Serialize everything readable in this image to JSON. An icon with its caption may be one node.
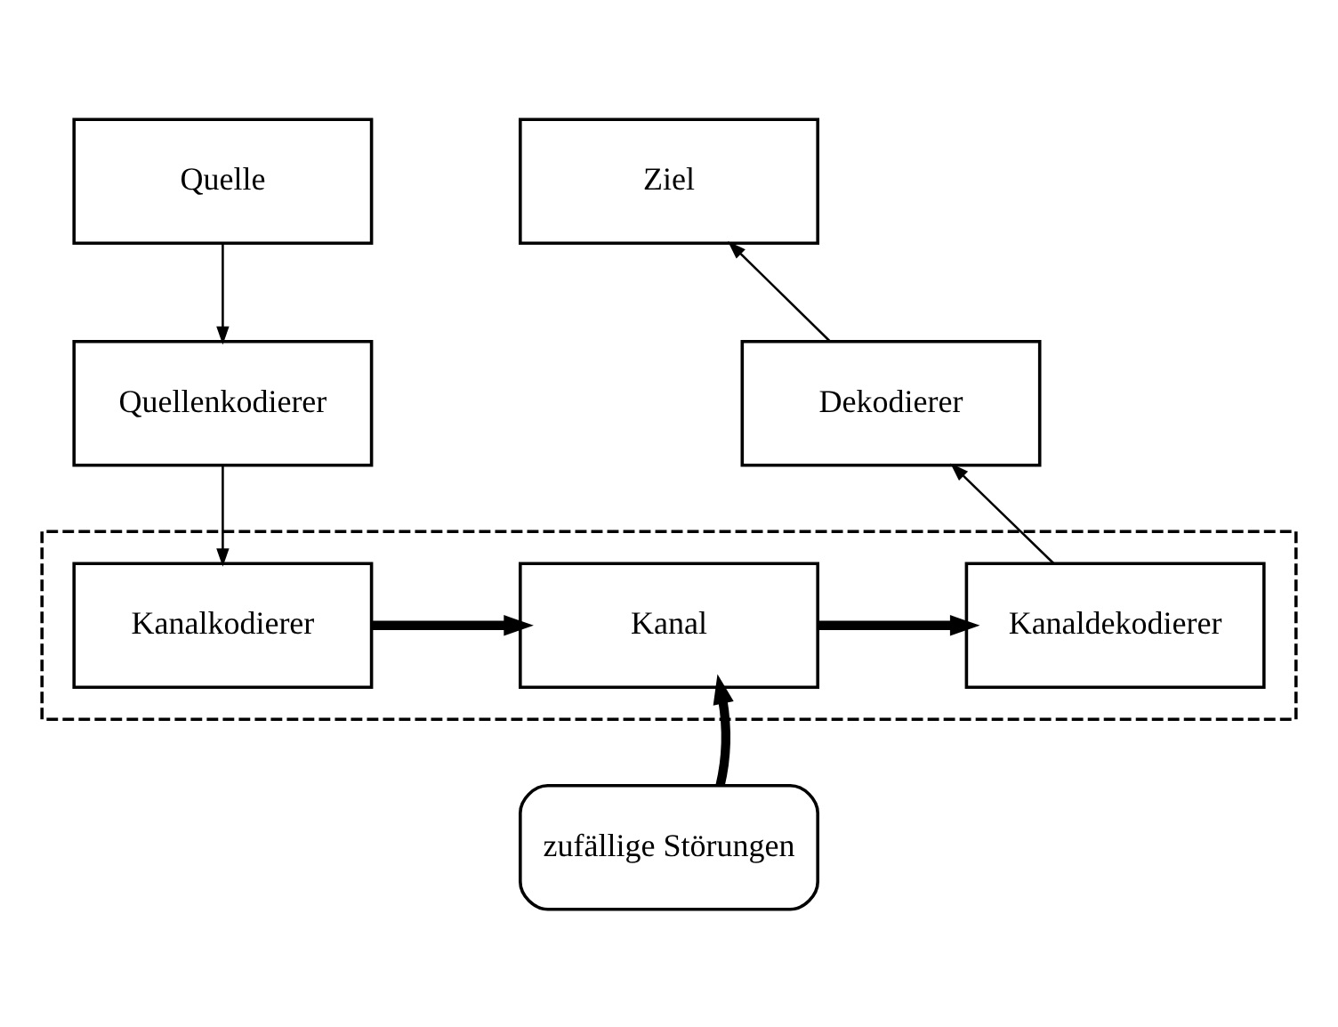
{
  "diagram": {
    "nodes": [
      {
        "text": [
          "Quelle"
        ]
      },
      {
        "text": [
          "Quellenkodierer"
        ]
      },
      {
        "text": [],
        "shape": "box"
      },
      {
        "text": [
          "Kanalkodierer"
        ],
        "in": 2
      },
      {
        "text": [
          "Kanal"
        ],
        "in": 2
      },
      {
        "text": [
          "Kanaldekodierer"
        ],
        "in": 2
      },
      {
        "text": [
          "Dekodierer"
        ]
      },
      {
        "text": [
          "Ziel"
        ]
      },
      {
        "text": [
          "zufällige Störungen"
        ]
      }
    ],
    "edges": [
      {
        "from": 0,
        "to": 1,
        "arrow": "to"
      },
      {
        "from": 1,
        "to": 3,
        "arrow": "to"
      },
      {
        "from": 3,
        "to": 4,
        "arrow": "to",
        "style": "thick"
      },
      {
        "from": 4,
        "to": 5,
        "arrow": "to",
        "style": "thick"
      },
      {
        "from": 5,
        "to": 6,
        "arrow": "to"
      },
      {
        "from": 6,
        "to": 7,
        "arrow": "to"
      },
      {
        "from": 8,
        "to": 4,
        "arrow": "to",
        "style": "thick"
      }
    ]
  }
}
